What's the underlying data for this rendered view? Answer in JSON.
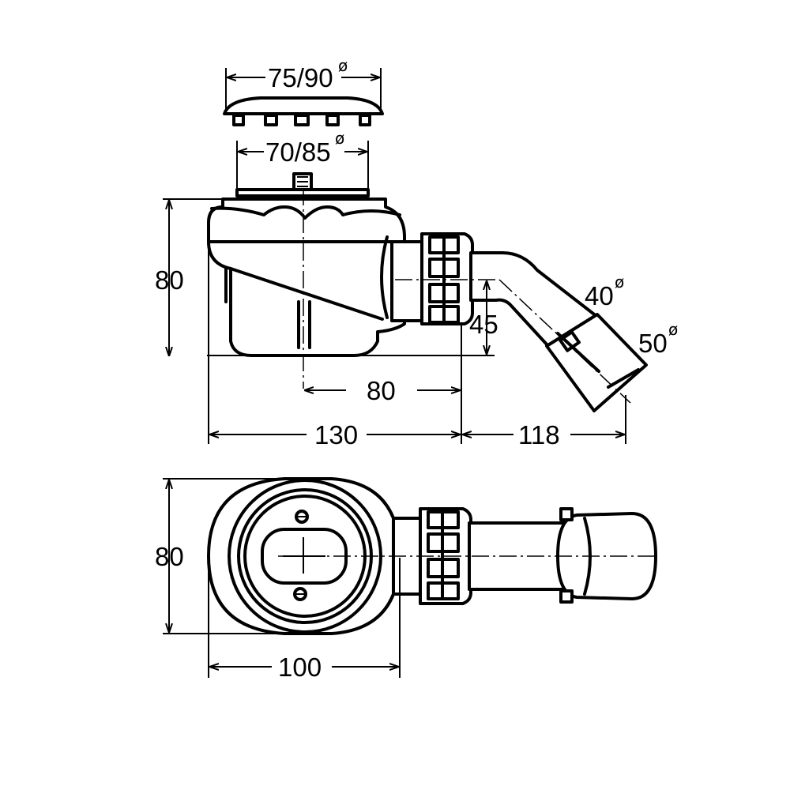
{
  "dimensions": {
    "cover_diameter": "75/90",
    "grate_diameter": "70/85",
    "side_height": "80",
    "outlet_height": "45",
    "pipe_inner_diameter": "40",
    "pipe_outer_diameter": "50",
    "axis_offset": "80",
    "overall_width": "130",
    "outlet_length": "118",
    "top_height": "80",
    "top_width": "100"
  },
  "symbols": {
    "diameter": "ø"
  }
}
